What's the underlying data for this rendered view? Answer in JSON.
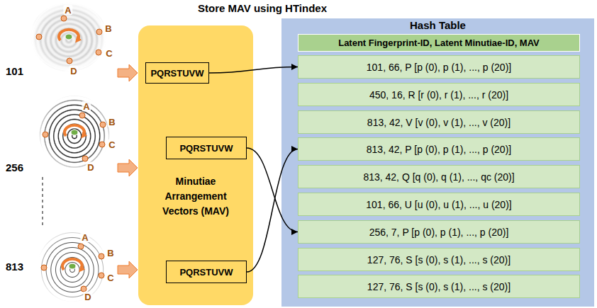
{
  "diagram": {
    "title": "Store MAV using HTindex",
    "nodes": [
      {
        "text": [
          "Minutiae Arrangement Vectors (MAV)"
        ]
      },
      {
        "text": [
          "PQRSTUVW"
        ],
        "in": 0
      },
      {
        "text": [
          "PQRSTUVW"
        ],
        "in": 0
      },
      {
        "text": [
          "PQRSTUVW"
        ],
        "in": 0
      },
      {
        "text": [
          "Hash Table"
        ]
      },
      {
        "text": [
          "Latent Fingerprint-ID, Latent Minutiae-ID, MAV"
        ],
        "in": 4
      },
      {
        "text": [
          "101, 66, P [p (0), p (1), ..., p (20)]"
        ],
        "in": 4
      },
      {
        "text": [
          "450, 16, R [r (0), r (1), ..., r (20)]"
        ],
        "in": 4
      },
      {
        "text": [
          "813, 42, V [v (0), v (1), ..., v (20)]"
        ],
        "in": 4
      },
      {
        "text": [
          "813, 42, P [p (0), p (1), ..., p (20)]"
        ],
        "in": 4
      },
      {
        "text": [
          "813, 42, Q [q (0), q (1), ..., qc (20)]"
        ],
        "in": 4
      },
      {
        "text": [
          "101, 66, U [u (0), u (1), ..., u (20)]"
        ],
        "in": 4
      },
      {
        "text": [
          "256, 7, P [p (0), p (1), ..., p (20)]"
        ],
        "in": 4
      },
      {
        "text": [
          "127, 76, S [s (0), s (1), ..., s (20)]"
        ],
        "in": 4
      },
      {
        "text": [
          "127, 76, S [s (0), s (1), ..., s (20)]"
        ],
        "in": 4
      }
    ],
    "edges": [
      {
        "from": 1,
        "to": 6,
        "arrow": "to"
      },
      {
        "from": 2,
        "to": 12,
        "arrow": "to"
      },
      {
        "from": 3,
        "to": 9,
        "arrow": "to"
      }
    ],
    "labels": [
      "101",
      "A",
      "B",
      "C",
      "D",
      "256",
      "A",
      "B",
      "C",
      "D",
      "813",
      "A",
      "B",
      "C",
      "D"
    ]
  }
}
